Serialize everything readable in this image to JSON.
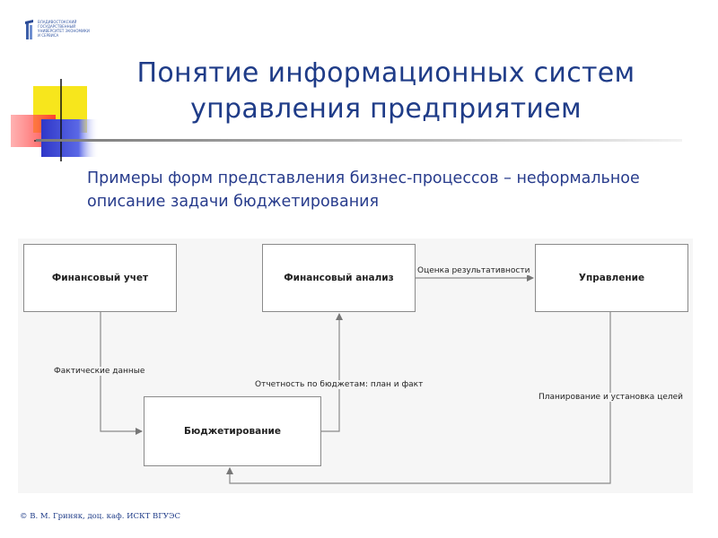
{
  "logo": {
    "text": "ВЛАДИВОСТОКСКИЙ ГОСУДАРСТВЕННЫЙ УНИВЕРСИТЕТ ЭКОНОМИКИ И СЕРВИСА",
    "icon": "university-logo-icon"
  },
  "title": "Понятие информационных систем управления предприятием",
  "subtitle": "Примеры форм представления бизнес-процессов – неформальное описание задачи бюджетирования",
  "diagram": {
    "nodes": {
      "accounting": "Финансовый учет",
      "analysis": "Финансовый анализ",
      "management": "Управление",
      "budgeting": "Бюджетирование"
    },
    "edges": {
      "results_evaluation": "Оценка результативности",
      "actual_data": "Фактические данные",
      "budget_reports": "Отчетность по бюджетам: план и факт",
      "planning_goals": "Планирование и установка целей"
    }
  },
  "footer": "© В. М. Гриняк, доц. каф. ИСКТ ВГУЭС"
}
